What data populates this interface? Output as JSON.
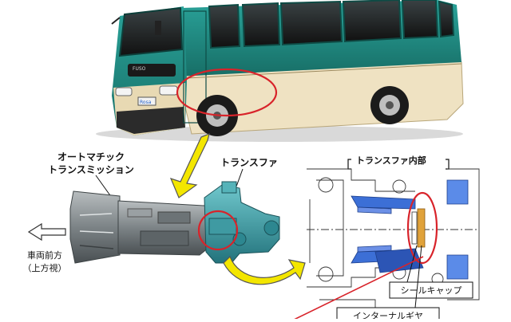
{
  "labels": {
    "auto_transmission_line1": "オートマチック",
    "auto_transmission_line2": "トランスミッション",
    "transfer": "トランスファ",
    "transfer_internal": "トランスファ内部",
    "vehicle_front_line1": "車両前方",
    "vehicle_front_line2": "（上方視）",
    "seal_cap": "シールキャップ",
    "inter_gear": "インターナルギヤ",
    "bus_brand": "FUSO",
    "bus_model": "Rosa"
  },
  "colors": {
    "bus_teal": "#1f8f84",
    "bus_cream": "#efe2c2",
    "highlight_red": "#d8232a",
    "arrow_yellow": "#f3e600",
    "transfer_teal": "#3aa0a8",
    "transmission_gray": "#7f8689",
    "cutaway_blue": "#3c6fd6"
  }
}
